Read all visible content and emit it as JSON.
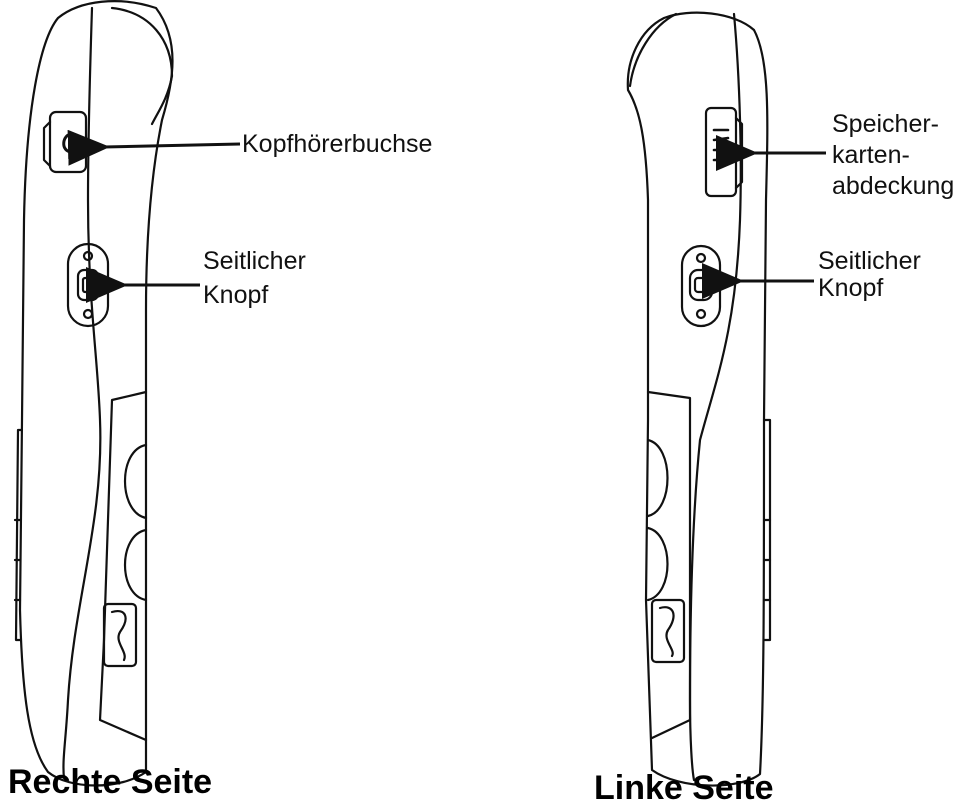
{
  "right_side": {
    "caption": "Rechte Seite",
    "labels": {
      "headphone_jack": "Kopfhörerbuchse",
      "side_button_line1": "Seitlicher",
      "side_button_line2": "Knopf"
    }
  },
  "left_side": {
    "caption": "Linke Seite",
    "labels": {
      "memory_cover_line1": "Speicher-",
      "memory_cover_line2": "karten-",
      "memory_cover_line3": "abdeckung",
      "side_button_line1": "Seitlicher",
      "side_button_line2": "Knopf"
    }
  },
  "colors": {
    "line": "#111111",
    "background": "#ffffff"
  }
}
